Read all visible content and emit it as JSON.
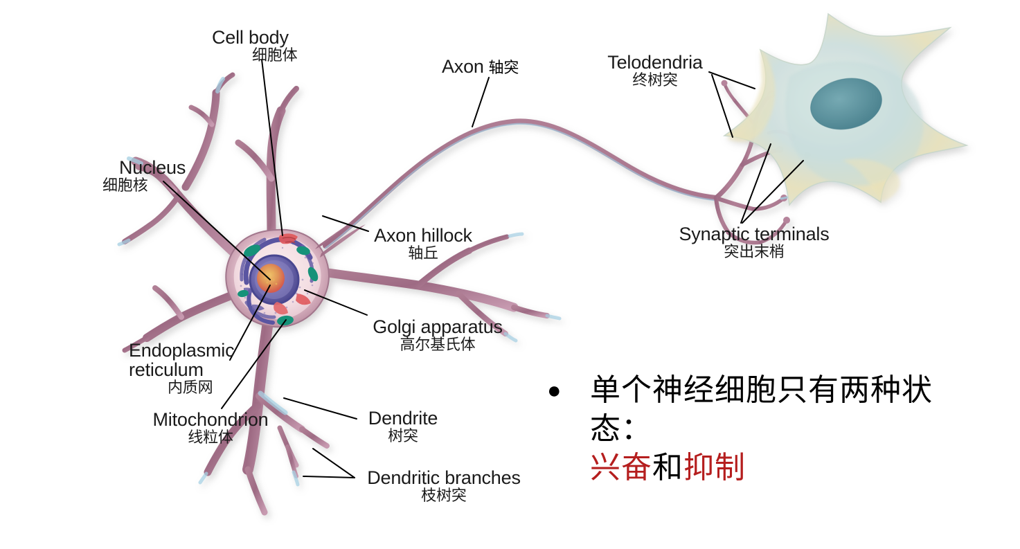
{
  "figure": {
    "title_present": false,
    "background_color": "#ffffff",
    "description": "Labeled diagram of a neuron (nerve cell) transmitting to a second cell, with bilingual English/Chinese callout labels"
  },
  "palette": {
    "neuron_membrane": "#a9758d",
    "neuron_membrane_dark": "#8c5c75",
    "neuron_membrane_light": "#c69cb0",
    "membrane_highlight_blue": "#9fd0e6",
    "soma_cytoplasm": "#f3dfe3",
    "nucleus_envelope": "#5c5a9e",
    "nucleus_inner": "#8f8cc4",
    "nucleolus": "#d98a4e",
    "nucleolus_rim": "#d9604f",
    "mitochondrion_green": "#179c7c",
    "golgi_red": "#e05d60",
    "er_purple": "#6b62ab",
    "target_cell_teal": "#b9d4d4",
    "target_cell_yellow": "#eee6bd",
    "target_nucleus": "#4f8a97",
    "leader_line": "#000000",
    "text_black": "#1a1a1a",
    "text_red": "#b51e1e"
  },
  "labels": [
    {
      "id": "cell-body",
      "en": "Cell body",
      "zh": "细胞体",
      "layout": "stacked-offset"
    },
    {
      "id": "nucleus",
      "en": "Nucleus",
      "zh": "细胞核",
      "layout": "stacked-offset"
    },
    {
      "id": "axon",
      "en": "Axon",
      "zh": "轴突",
      "layout": "inline"
    },
    {
      "id": "telodendria",
      "en": "Telodendria",
      "zh": "终树突",
      "layout": "stacked-center"
    },
    {
      "id": "synaptic-terminals",
      "en": "Synaptic terminals",
      "zh": "突出末梢",
      "layout": "stacked-center"
    },
    {
      "id": "axon-hillock",
      "en": "Axon hillock",
      "zh": "轴丘",
      "layout": "stacked-center"
    },
    {
      "id": "golgi-apparatus",
      "en": "Golgi apparatus",
      "zh": "高尔基氏体",
      "layout": "stacked-center"
    },
    {
      "id": "endoplasmic-reticulum",
      "en": "Endoplasmic",
      "en2": "reticulum",
      "zh": "内质网",
      "layout": "two-line"
    },
    {
      "id": "mitochondrion",
      "en": "Mitochondrion",
      "zh": "线粒体",
      "layout": "stacked-center"
    },
    {
      "id": "dendrite",
      "en": "Dendrite",
      "zh": "树突",
      "layout": "stacked-center"
    },
    {
      "id": "dendritic-branches",
      "en": "Dendritic branches",
      "zh": "枝树突",
      "layout": "stacked-center"
    }
  ],
  "statement": {
    "bullet": "●",
    "line1": "单个神经细胞只有两种状态：",
    "line2_part1": "兴奋",
    "line2_part2": "和",
    "line2_part3": "抑制",
    "line2_part1_color": "#b51e1e",
    "line2_part2_color": "#000000",
    "line2_part3_color": "#b51e1e"
  }
}
